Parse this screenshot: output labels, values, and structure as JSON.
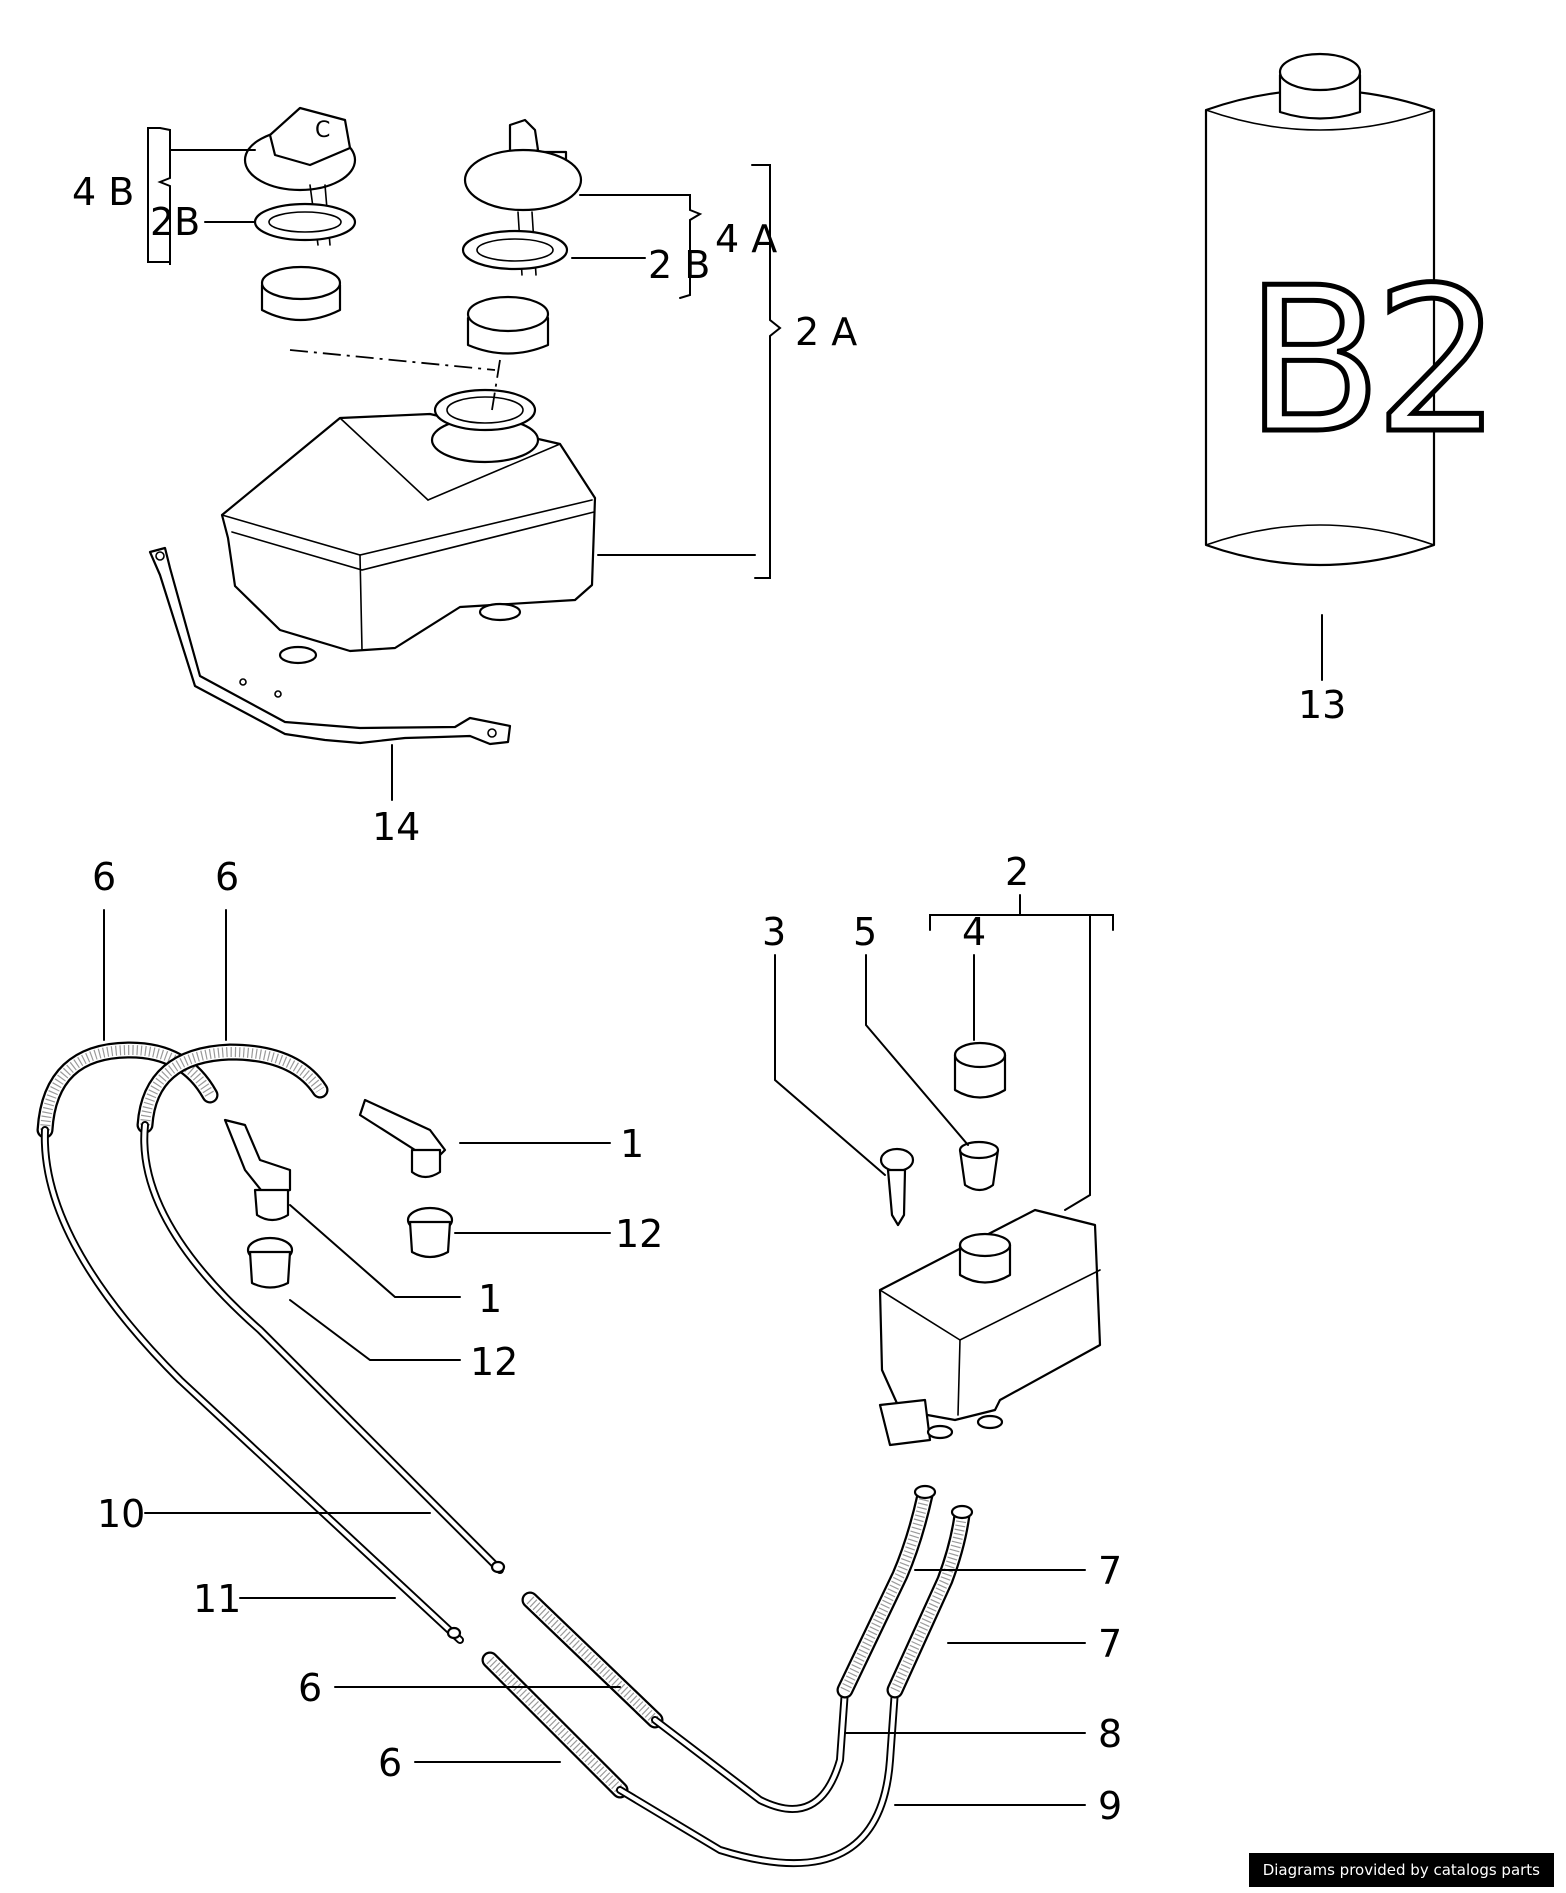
{
  "callouts": {
    "c4B": "4 B",
    "c2B_left": "2B",
    "c4A": "4 A",
    "c2B_right": "2 B",
    "c2A": "2 A",
    "c13": "13",
    "c14": "14",
    "c6_top_left": "6",
    "c6_top_right": "6",
    "c2": "2",
    "c3": "3",
    "c5": "5",
    "c4": "4",
    "c1_right": "1",
    "c12_right": "12",
    "c1_lower": "1",
    "c12_lower": "12",
    "c10": "10",
    "c11": "11",
    "c6_mid": "6",
    "c6_low": "6",
    "c7_upper": "7",
    "c7_lower": "7",
    "c8": "8",
    "c9": "9"
  },
  "can_label": "B2",
  "footer": {
    "attribution": "Diagrams provided by catalogs parts"
  }
}
